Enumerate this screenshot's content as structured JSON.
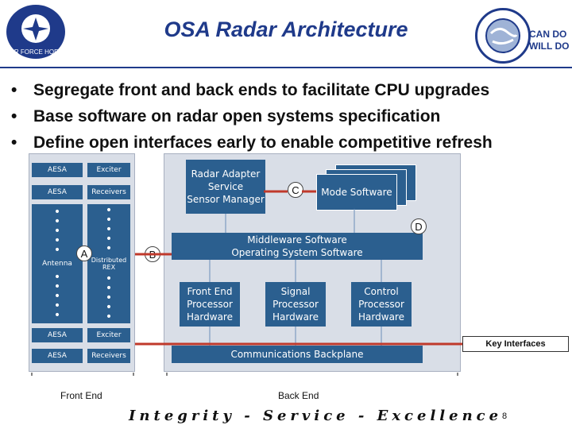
{
  "header": {
    "title": "OSA Radar Architecture",
    "left_logo_text": "AIR FORCE HQRC",
    "right_logo_text": "CAN DO\nWILL DO"
  },
  "bullets": [
    "Segregate front and back ends to facilitate CPU upgrades",
    "Base software on radar open systems specification",
    "Define open interfaces early to enable competitive refresh"
  ],
  "diagram": {
    "front": {
      "aesa": "AESA",
      "exciter": "Exciter",
      "receivers": "Receivers",
      "antenna": "Antenna",
      "distributed_rex": "Distributed REX"
    },
    "back": {
      "radar_adapter": "Radar Adapter Service",
      "sensor_manager": "Sensor Manager",
      "mode_software": "Mode Software",
      "middleware": "Middleware Software",
      "os_software": "Operating System Software",
      "front_end_hw": "Front End Processor Hardware",
      "signal_hw": "Signal Processor Hardware",
      "control_hw": "Control Processor Hardware",
      "backplane": "Communications Backplane"
    },
    "interface_labels": [
      "A",
      "B",
      "C",
      "D"
    ],
    "key_interfaces": "Key Interfaces",
    "front_end_label": "Front End",
    "back_end_label": "Back End"
  },
  "footer": {
    "motto": "Integrity - Service - Excellence",
    "page_number": "8"
  },
  "colors": {
    "title": "#1f3a8a",
    "box": "#2b5f8f",
    "interface_line": "#c0392b",
    "panel": "#d9dee7"
  }
}
